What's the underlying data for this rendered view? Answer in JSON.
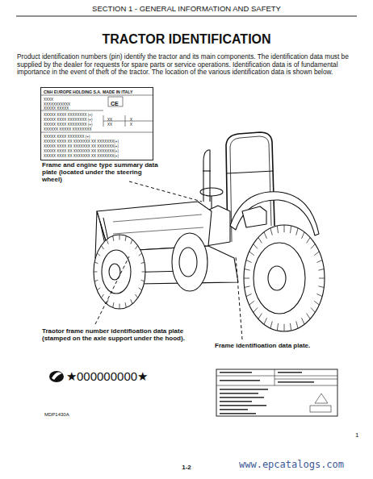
{
  "diagram": {
    "title": "TRACTOR IDENTIFICATION",
    "nodes": [
      {
        "text": [
          "CNH EUROPE HOLDING S.A. MADE IN ITALY",
          "XXXX",
          "XXXXXXXXXXX",
          "XXXXX XXXXX",
          "CE",
          "XXXXX XXXX XXXXXXXX (+)",
          "XXXXX XXXX XXXXXXXX (+)",
          "XX",
          "X",
          "XXXXX XXXX XXXXXXXX (+)",
          "XX",
          "X",
          "XXXXXX XXXXX XXXXXXXX",
          "XXXXX XXXX XXXXXXX (+)",
          "XXXXX XXXX XX XXXXXXX XX XXXXXXX(+)",
          "XXXXX XXXX XX XXXXXXX XX XXXXXXX(+)",
          "XXXXX XXXX XX XXXXXXX XX XXXXXXX(+)",
          "XXXXX XXXX XX XXXXXXX XX XXXXXXX(+)"
        ]
      }
    ],
    "labels": [
      "SECTION 1 - GENERAL INFORMATION AND SAFETY",
      "Product identification numbers (pin) identify the tractor and its main components. The identification data must be supplied by the dealer for requests for spare parts or service operations. Identification data is of fundamental importance in the event of theft of the tractor. The location of the various identification data is shown below.",
      "Frame and engine type summary data plate (located under the steering wheel)",
      "Traotor frame number identifioation data plate (stamped on the axle support under the hood).",
      "★000000000★",
      "Frame identifioation data plate.",
      "MDP1430A",
      "1",
      "1-2",
      "www.epcatalogs.com"
    ]
  }
}
